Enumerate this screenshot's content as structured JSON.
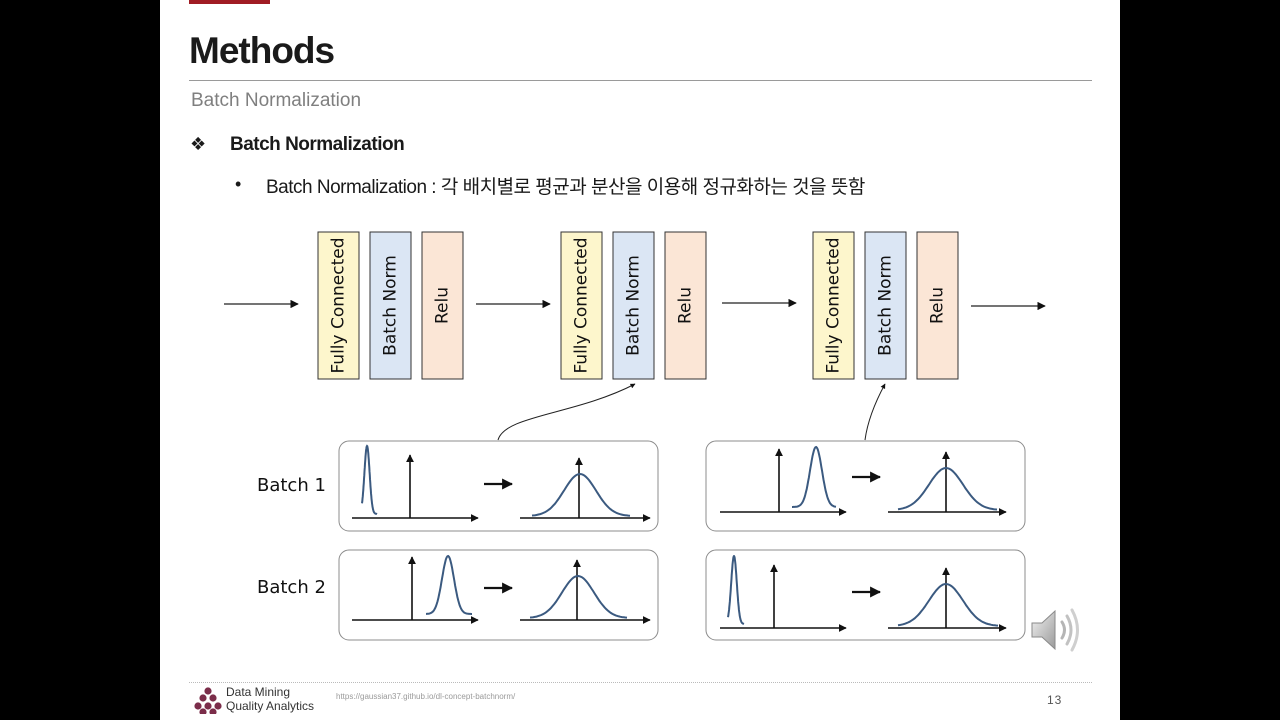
{
  "slide": {
    "title": "Methods",
    "subtitle": "Batch Normalization",
    "bullet1": {
      "icon": "❖",
      "text": "Batch Normalization"
    },
    "bullet2": {
      "icon": "•",
      "text": "Batch Normalization : 각 배치별로 평균과 분산을 이용해 정규화하는 것을 뜻함"
    }
  },
  "diagram": {
    "stages": [
      {
        "blocks": [
          {
            "label": "Fully Connected",
            "fill": "#fdf6cc"
          },
          {
            "label": "Batch Norm",
            "fill": "#dbe6f4"
          },
          {
            "label": "Relu",
            "fill": "#fbe6d6"
          }
        ]
      },
      {
        "blocks": [
          {
            "label": "Fully Connected",
            "fill": "#fdf6cc"
          },
          {
            "label": "Batch Norm",
            "fill": "#dbe6f4"
          },
          {
            "label": "Relu",
            "fill": "#fbe6d6"
          }
        ]
      },
      {
        "blocks": [
          {
            "label": "Fully Connected",
            "fill": "#fdf6cc"
          },
          {
            "label": "Batch Norm",
            "fill": "#dbe6f4"
          },
          {
            "label": "Relu",
            "fill": "#fbe6d6"
          }
        ]
      }
    ],
    "batch_labels": [
      "Batch 1",
      "Batch 2"
    ],
    "curve_color": "#3b5a80"
  },
  "footer": {
    "logo_line1": "Data Mining",
    "logo_line2": "Quality Analytics",
    "url": "https://gaussian37.github.io/dl-concept-batchnorm/",
    "page_number": "13",
    "logo_color": "#7b2d4a"
  }
}
